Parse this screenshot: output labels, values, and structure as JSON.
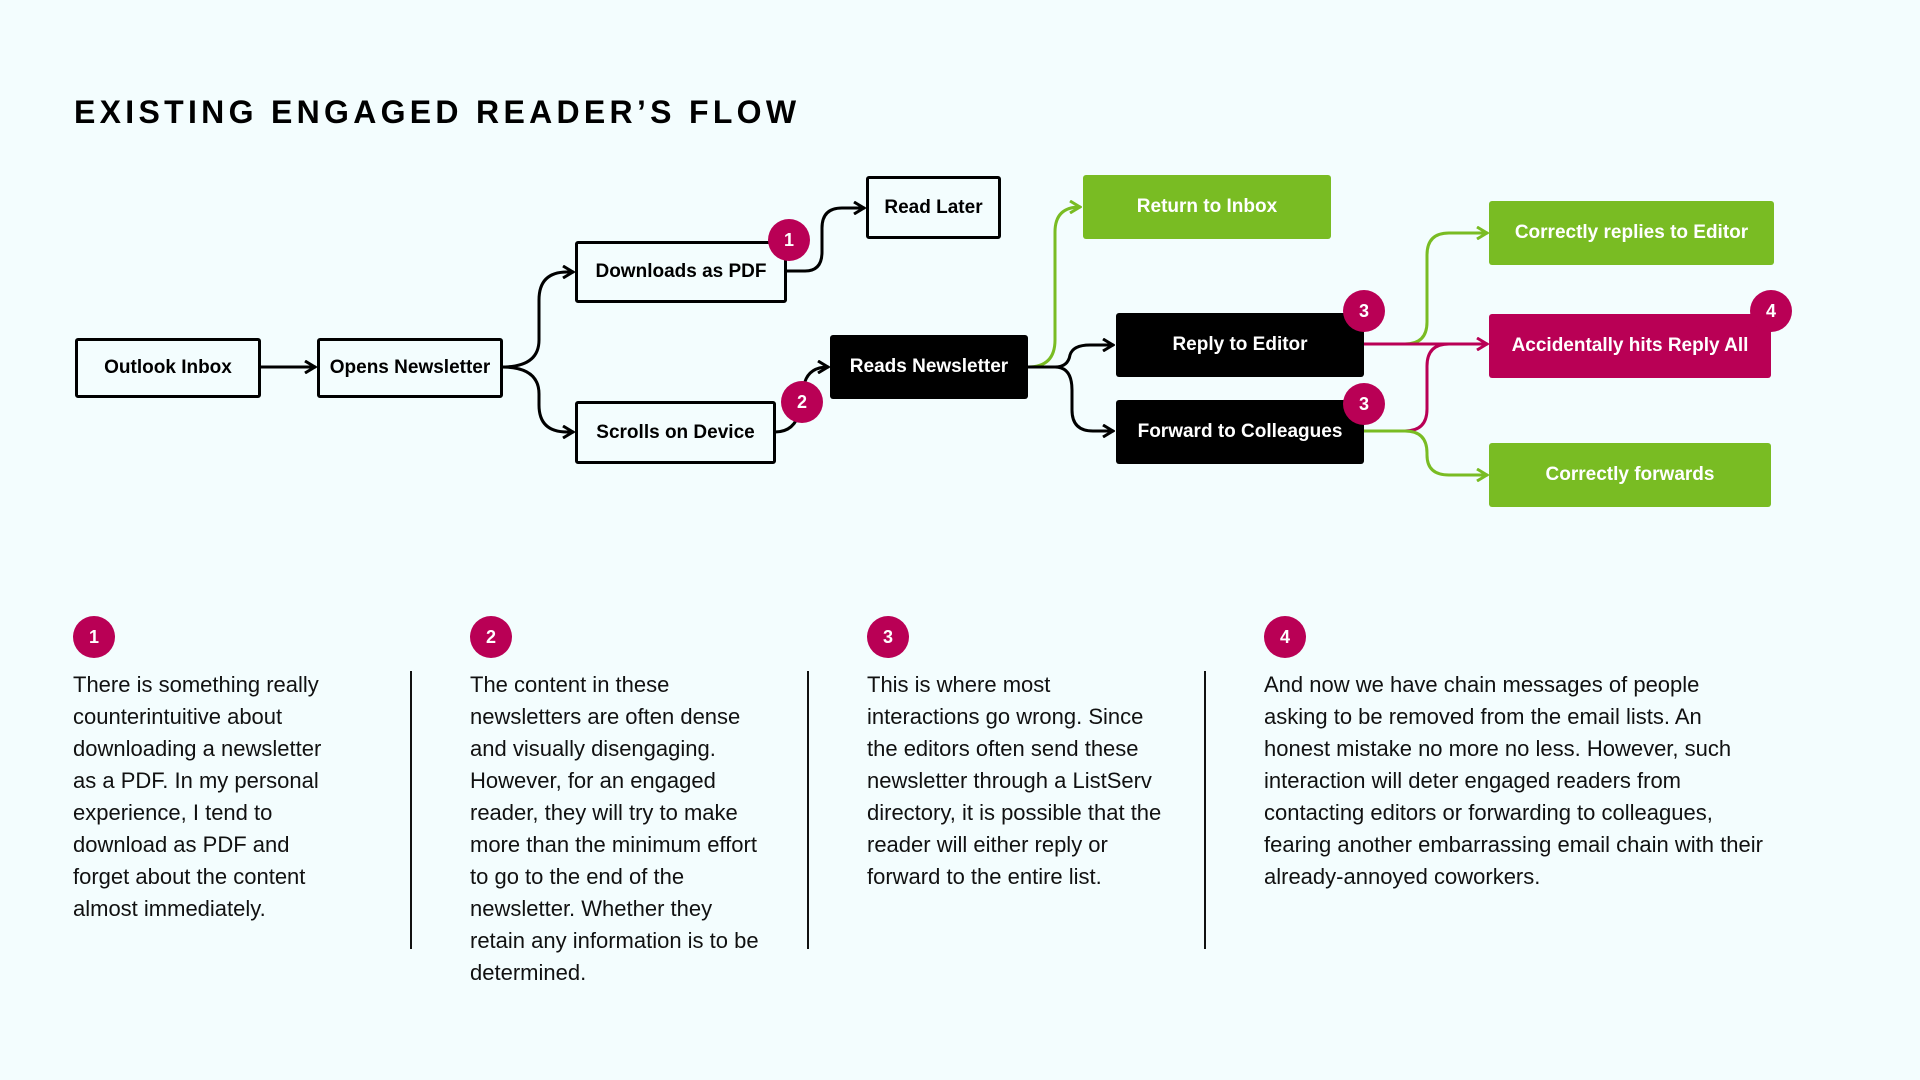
{
  "title": "EXISTING ENGAGED READER’S FLOW",
  "colors": {
    "background": "#F3FDFE",
    "positive": "#79BC23",
    "negative": "#B90055",
    "neutral": "#000000"
  },
  "nodes": {
    "outlook_inbox": "Outlook Inbox",
    "opens_newsletter": "Opens Newsletter",
    "downloads_pdf": "Downloads as PDF",
    "scrolls_device": "Scrolls on Device",
    "read_later": "Read Later",
    "reads_newsletter": "Reads Newsletter",
    "return_inbox": "Return to Inbox",
    "reply_editor": "Reply to Editor",
    "forward_colleagues": "Forward to Colleagues",
    "correct_reply": "Correctly replies to Editor",
    "reply_all": "Accidentally hits Reply All",
    "correct_forward": "Correctly forwards"
  },
  "badges": {
    "downloads_pdf": "1",
    "scrolls_device": "2",
    "reply_editor": "3",
    "forward_colleagues": "3",
    "reply_all": "4"
  },
  "notes": [
    {
      "number": "1",
      "text": "There is something really counterintuitive about downloading a newsletter as a PDF. In my personal experience, I tend to download as PDF and forget about the content almost immediately."
    },
    {
      "number": "2",
      "text": "The content in these newsletters are often dense and visually disengaging. However, for an engaged reader, they will try to make more than the minimum effort to go to the end of the newsletter. Whether they retain any information is to be determined."
    },
    {
      "number": "3",
      "text": "This is where most interactions go wrong. Since the editors often send these newsletter through a ListServ directory, it is possible that the reader will either reply or forward to the entire list."
    },
    {
      "number": "4",
      "text": "And now we have chain messages of people asking to be removed from the email lists. An honest mistake no more no less. However, such interaction will deter engaged readers from contacting editors or forwarding to colleagues, fearing another embarrassing email chain with their already-annoyed coworkers."
    }
  ]
}
